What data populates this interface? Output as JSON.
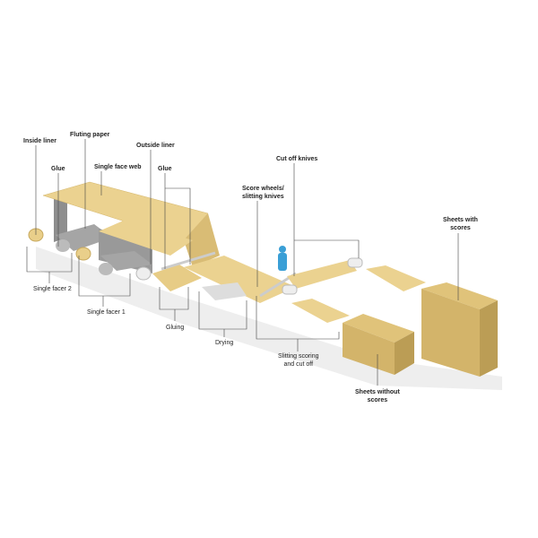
{
  "labels": {
    "inside_liner": "Inside liner",
    "fluting_paper": "Fluting paper",
    "glue_1": "Glue",
    "single_face_web": "Single face web",
    "outside_liner": "Outside liner",
    "glue_2": "Glue",
    "score_wheels_1": "Score wheels/",
    "score_wheels_2": "slitting knives",
    "cut_off_knives": "Cut off knives",
    "sheets_with_scores_1": "Sheets with",
    "sheets_with_scores_2": "scores",
    "single_facer_2": "Single facer 2",
    "single_facer_1": "Single facer 1",
    "gluing": "Gluing",
    "drying": "Drying",
    "slitting_1": "Slitting scoring",
    "slitting_2": "and cut off",
    "sheets_without_1": "Sheets without",
    "sheets_without_2": "scores"
  },
  "colors": {
    "paper": "#e9cf8a",
    "paper_dark": "#cdb06a",
    "machine": "#9b9b9b",
    "roller": "#e79a86",
    "operator": "#3a9fd6"
  }
}
